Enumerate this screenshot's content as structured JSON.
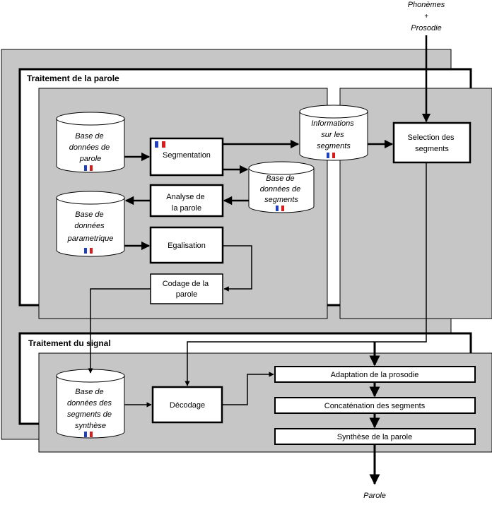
{
  "inputs": {
    "top_line1": "Phonèmes",
    "top_line2": "+",
    "top_line3": "Prosodie"
  },
  "output": {
    "label": "Parole"
  },
  "sections": {
    "speech_processing": "Traitement de la parole",
    "signal_processing": "Traitement du signal"
  },
  "databases": {
    "speech_db": [
      "Base de",
      "données de",
      "parole"
    ],
    "segment_info": [
      "Informations",
      "sur les",
      "segments"
    ],
    "segment_db": [
      "Base de",
      "données de",
      "segments"
    ],
    "param_db": [
      "Base de",
      "données",
      "parametrique"
    ],
    "synth_db": [
      "Base de",
      "données des",
      "segments de",
      "synthèse"
    ]
  },
  "boxes": {
    "segmentation": "Segmentation",
    "analysis": [
      "Analyse de",
      "la parole"
    ],
    "equalization": "Egalisation",
    "coding": [
      "Codage de la",
      "parole"
    ],
    "selection": [
      "Selection des",
      "segments"
    ],
    "decoding": "Décodage",
    "prosody_adaptation": "Adaptation de la prosodie",
    "concatenation": "Concaténation des segments",
    "synthesis": "Synthèse de la parole"
  },
  "colors": {
    "panel": "#c6c6c6",
    "flag_blue": "#1f3fbf",
    "flag_red": "#d81b1b"
  }
}
